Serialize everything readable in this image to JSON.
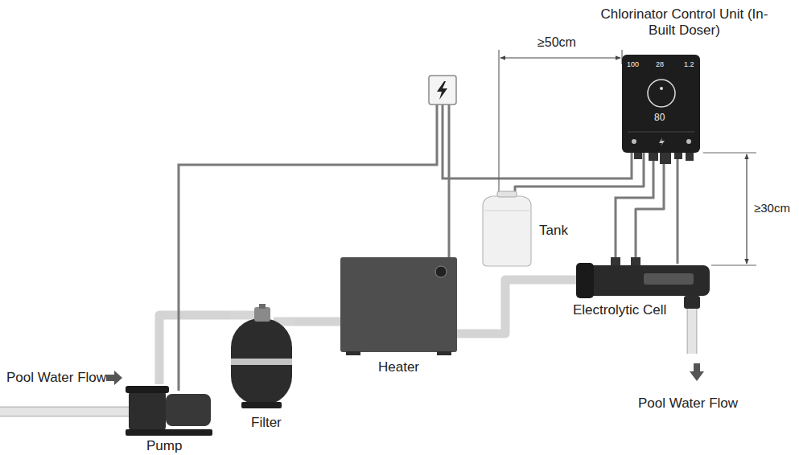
{
  "diagram": {
    "nodes": [
      {
        "text": [
          "Chlorinator Control Unit (In-Built Doser)"
        ]
      },
      {
        "text": [
          "Tank"
        ]
      },
      {
        "text": [
          "Heater"
        ]
      },
      {
        "text": [
          "Electrolytic Cell"
        ]
      },
      {
        "text": [
          "Filter"
        ]
      },
      {
        "text": [
          "Pump"
        ]
      }
    ],
    "edges": [
      {
        "from": 5,
        "to": 4,
        "arrow": "none"
      },
      {
        "from": 4,
        "to": 2,
        "arrow": "none"
      },
      {
        "from": 2,
        "to": 3,
        "arrow": "none"
      },
      {
        "from": 0,
        "to": 1,
        "arrow": "none"
      },
      {
        "from": 0,
        "to": 3,
        "arrow": "none"
      }
    ],
    "labels": [
      "≥50cm",
      "≥30cm",
      "100",
      "28",
      "1.2",
      "80",
      "Pool Water Flow",
      "Pool Water Flow"
    ]
  }
}
